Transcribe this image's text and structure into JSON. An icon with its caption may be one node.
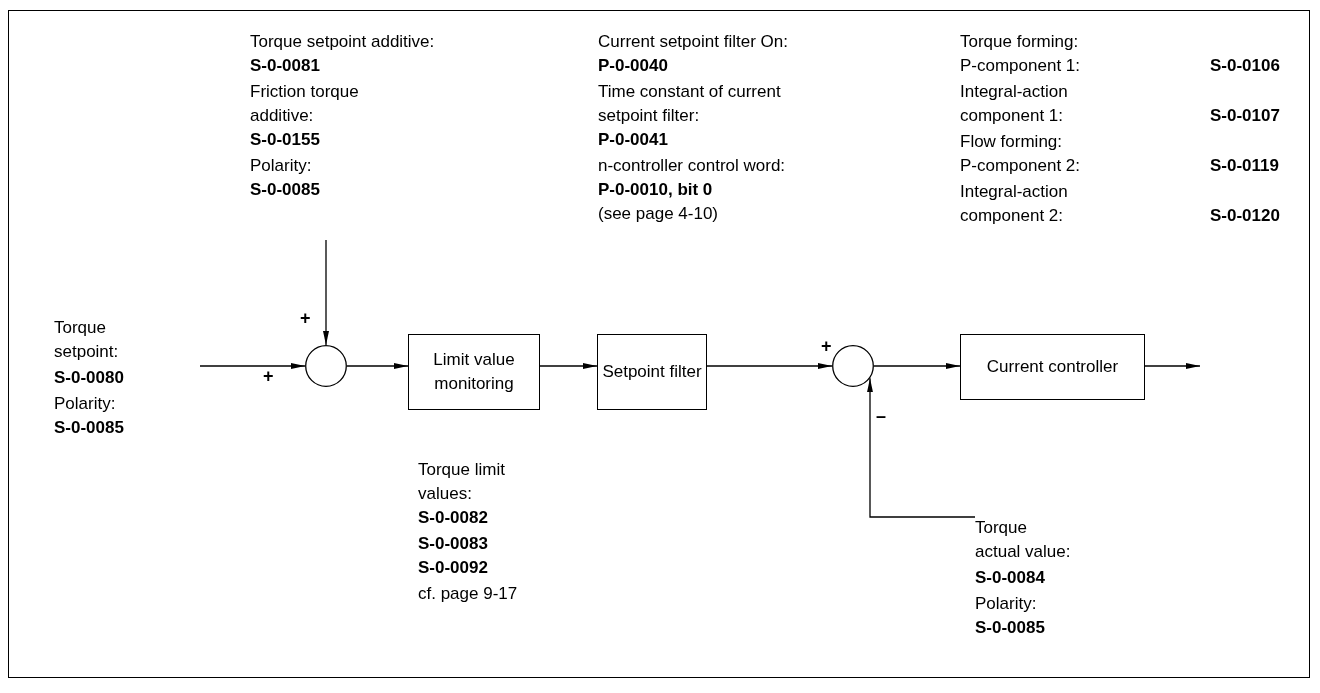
{
  "diagram": {
    "nodes": [
      {
        "text": [],
        "shape": "circle"
      },
      {
        "text": [
          "Limit value monitoring"
        ]
      },
      {
        "text": [
          "Setpoint filter"
        ]
      },
      {
        "text": [],
        "shape": "circle"
      },
      {
        "text": [
          "Current controller"
        ]
      },
      {
        "text": [
          "Torque actual value:"
        ]
      }
    ],
    "edges": [
      {
        "from": null,
        "to": 0,
        "arrow": "to"
      },
      {
        "from": null,
        "to": 0,
        "arrow": "to"
      },
      {
        "from": 0,
        "to": 1,
        "arrow": "to"
      },
      {
        "from": 1,
        "to": 2,
        "arrow": "to"
      },
      {
        "from": 2,
        "to": 3,
        "arrow": "to"
      },
      {
        "from": 5,
        "to": 3,
        "arrow": "to"
      },
      {
        "from": 3,
        "to": 4,
        "arrow": "to"
      },
      {
        "from": 4,
        "to": null,
        "arrow": "to"
      }
    ],
    "labels": [
      "Torque setpoint additive:",
      "S-0-0081",
      "Friction torque additive:",
      "S-0-0155",
      "Polarity:",
      "S-0-0085",
      "Current setpoint filter On:",
      "P-0-0040",
      "Time constant of current setpoint filter:",
      "P-0-0041",
      "n-controller control word:",
      "P-0-0010, bit 0",
      "(see page 4-10)",
      "Torque forming:",
      "P-component 1:",
      "S-0-0106",
      "Integral-action component 1:",
      "S-0-0107",
      "Flow forming:",
      "P-component 2:",
      "S-0-0119",
      "Integral-action component 2:",
      "S-0-0120",
      "Torque setpoint:",
      "+",
      "S-0-0080",
      "+",
      "+",
      "Polarity:",
      "S-0-0085",
      "–",
      "Torque limit values:",
      "S-0-0082",
      "S-0-0083",
      "S-0-0092",
      "cf. page 9-17",
      "S-0-0084",
      "Polarity:",
      "S-0-0085"
    ]
  }
}
